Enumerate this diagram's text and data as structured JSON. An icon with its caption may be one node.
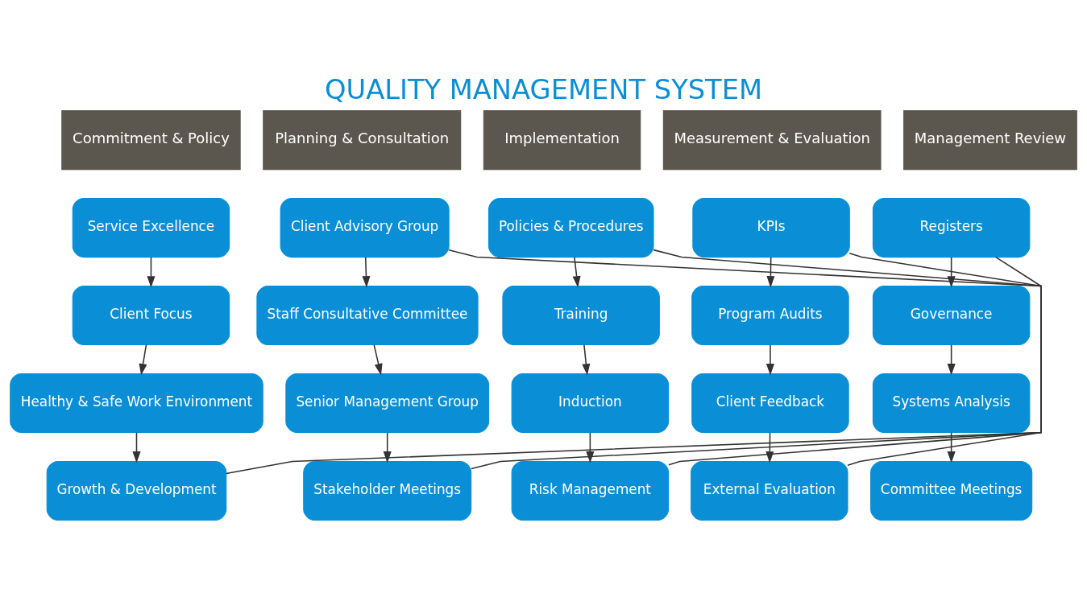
{
  "diagram": {
    "title": "QUALITY MANAGEMENT SYSTEM",
    "nodes": [
      {
        "text": [
          "Commitment & Policy"
        ]
      },
      {
        "text": [
          "Planning & Consultation"
        ]
      },
      {
        "text": [
          "Implementation"
        ]
      },
      {
        "text": [
          "Measurement & Evaluation"
        ]
      },
      {
        "text": [
          "Management Review"
        ]
      },
      {
        "text": [
          "Service Excellence"
        ]
      },
      {
        "text": [
          "Client Focus"
        ]
      },
      {
        "text": [
          "Healthy & Safe Work Environment"
        ]
      },
      {
        "text": [
          "Growth & Development"
        ]
      },
      {
        "text": [
          "Client Advisory Group"
        ]
      },
      {
        "text": [
          "Staff Consultative Committee"
        ]
      },
      {
        "text": [
          "Senior Management Group"
        ]
      },
      {
        "text": [
          "Stakeholder Meetings"
        ]
      },
      {
        "text": [
          "Policies & Procedures"
        ]
      },
      {
        "text": [
          "Training"
        ]
      },
      {
        "text": [
          "Induction"
        ]
      },
      {
        "text": [
          "Risk Management"
        ]
      },
      {
        "text": [
          "KPIs"
        ]
      },
      {
        "text": [
          "Program Audits"
        ]
      },
      {
        "text": [
          "Client Feedback"
        ]
      },
      {
        "text": [
          "External Evaluation"
        ]
      },
      {
        "text": [
          "Registers"
        ]
      },
      {
        "text": [
          "Governance"
        ]
      },
      {
        "text": [
          "Systems Analysis"
        ]
      },
      {
        "text": [
          "Committee Meetings"
        ]
      }
    ],
    "edges": [
      {
        "from": 5,
        "to": 6,
        "arrow": "to"
      },
      {
        "from": 6,
        "to": 7,
        "arrow": "to"
      },
      {
        "from": 7,
        "to": 8,
        "arrow": "to"
      },
      {
        "from": 8,
        "to": 9,
        "arrow": "none"
      },
      {
        "from": 9,
        "to": 10,
        "arrow": "to"
      },
      {
        "from": 10,
        "to": 11,
        "arrow": "to"
      },
      {
        "from": 11,
        "to": 12,
        "arrow": "to"
      },
      {
        "from": 12,
        "to": 13,
        "arrow": "none"
      },
      {
        "from": 13,
        "to": 14,
        "arrow": "to"
      },
      {
        "from": 14,
        "to": 15,
        "arrow": "to"
      },
      {
        "from": 15,
        "to": 16,
        "arrow": "to"
      },
      {
        "from": 16,
        "to": 17,
        "arrow": "none"
      },
      {
        "from": 17,
        "to": 18,
        "arrow": "to"
      },
      {
        "from": 18,
        "to": 19,
        "arrow": "to"
      },
      {
        "from": 19,
        "to": 20,
        "arrow": "to"
      },
      {
        "from": 20,
        "to": 21,
        "arrow": "none"
      },
      {
        "from": 21,
        "to": 22,
        "arrow": "to"
      },
      {
        "from": 22,
        "to": 23,
        "arrow": "to"
      },
      {
        "from": 23,
        "to": 24,
        "arrow": "to"
      }
    ]
  }
}
